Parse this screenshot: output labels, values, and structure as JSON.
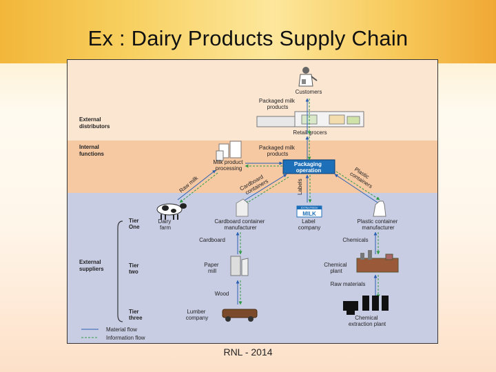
{
  "slide": {
    "title": "Ex : Dairy Products Supply Chain",
    "footer": "RNL - 2014"
  },
  "bands": {
    "external_distributors": [
      "External",
      "distributors"
    ],
    "internal_functions": [
      "Internal",
      "functions"
    ],
    "external_suppliers": [
      "External",
      "suppliers"
    ]
  },
  "tiers": {
    "one": [
      "Tier",
      "One"
    ],
    "two": [
      "Tier",
      "two"
    ],
    "three": [
      "Tier",
      "three"
    ]
  },
  "nodes": {
    "customers": "Customers",
    "packaged_milk_top": [
      "Packaged milk",
      "products"
    ],
    "retail_grocers": "Retail grocers",
    "packaged_milk_mid": [
      "Packaged milk",
      "products"
    ],
    "milk_processing": [
      "Milk product",
      "processing"
    ],
    "packaging_operation": [
      "Packaging",
      "operation"
    ],
    "dairy_farm": [
      "Dairy",
      "farm"
    ],
    "cardboard_manufacturer": [
      "Cardboard container",
      "manufacturer"
    ],
    "label_company": [
      "Label",
      "company"
    ],
    "plastic_manufacturer": [
      "Plastic container",
      "manufacturer"
    ],
    "cardboard": "Cardboard",
    "chemicals": "Chemicals",
    "paper_mill": [
      "Paper",
      "mill"
    ],
    "chemical_plant": [
      "Chemical",
      "plant"
    ],
    "raw_materials": "Raw materials",
    "wood": "Wood",
    "lumber_company": [
      "Lumber",
      "company"
    ],
    "chemical_extraction_plant": [
      "Chemical",
      "extraction plant"
    ]
  },
  "edge_labels": {
    "raw_milk": "Raw milk",
    "cardboard_containers": [
      "Cardboard",
      "containers"
    ],
    "labels": "Labels",
    "plastic_containers": [
      "Plastic",
      "containers"
    ]
  },
  "milk_badge": [
    "EXTRA FRESH",
    "MILK"
  ],
  "legend": {
    "material_flow": "Material flow",
    "information_flow": "Information flow"
  },
  "colors": {
    "distributor_band": "#fbe6d2",
    "internal_band": "#f7c9a3",
    "supplier_band": "#c9cde4",
    "material_flow": "#2a5fb0",
    "information_flow": "#2f9a44",
    "packaging_box": "#1d6fb8"
  }
}
